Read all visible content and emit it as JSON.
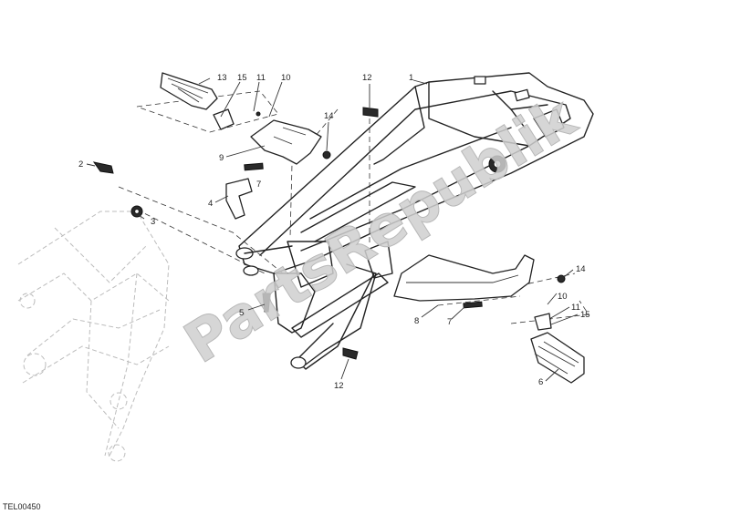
{
  "diagram": {
    "code": "TEL00450",
    "watermark": "PartsRepublik",
    "callouts": [
      {
        "id": "c13a",
        "text": "13"
      },
      {
        "id": "c15a",
        "text": "15"
      },
      {
        "id": "c11a",
        "text": "11"
      },
      {
        "id": "c10a",
        "text": "10"
      },
      {
        "id": "c12a",
        "text": "12"
      },
      {
        "id": "c1",
        "text": "1"
      },
      {
        "id": "c14a",
        "text": "14"
      },
      {
        "id": "c9",
        "text": "9"
      },
      {
        "id": "c7a",
        "text": "7"
      },
      {
        "id": "c2",
        "text": "2"
      },
      {
        "id": "c4",
        "text": "4"
      },
      {
        "id": "c3",
        "text": "3"
      },
      {
        "id": "c14b",
        "text": "14"
      },
      {
        "id": "c10b",
        "text": "10"
      },
      {
        "id": "c11b",
        "text": "11"
      },
      {
        "id": "c15b",
        "text": "15"
      },
      {
        "id": "c8",
        "text": "8"
      },
      {
        "id": "c7b",
        "text": "7"
      },
      {
        "id": "c5",
        "text": "5"
      },
      {
        "id": "c6",
        "text": "6"
      },
      {
        "id": "c12b",
        "text": "12"
      }
    ]
  }
}
